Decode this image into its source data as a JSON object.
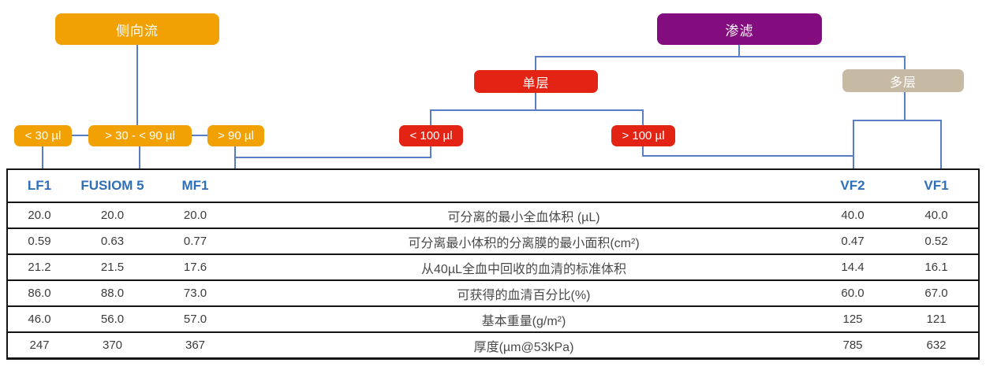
{
  "colors": {
    "orange": "#F2A104",
    "purple": "#830C7E",
    "red": "#E32313",
    "tan": "#C6BAA5",
    "connector_blue": "#5A7EC5",
    "header_text_blue": "#2E6FB7",
    "table_border": "#151515"
  },
  "flowchart": {
    "nodes": {
      "lateral_flow": "侧向流",
      "filtration": "渗滤",
      "single_layer": "单层",
      "multi_layer": "多层",
      "lt30": "< 30 µl",
      "v30_90": "> 30 - < 90 µl",
      "gt90": "> 90 µl",
      "lt100": "< 100 µl",
      "gt100": "> 100 µl"
    }
  },
  "table": {
    "headers": [
      "LF1",
      "FUSIOM 5",
      "MF1",
      "",
      "VF2",
      "VF1"
    ],
    "rows": [
      {
        "cells": [
          "20.0",
          "20.0",
          "20.0",
          "可分离的最小全血体积 (µL)",
          "40.0",
          "40.0"
        ]
      },
      {
        "cells": [
          "0.59",
          "0.63",
          "0.77",
          "可分离最小体积的分离膜的最小面积(cm²)",
          "0.47",
          "0.52"
        ]
      },
      {
        "cells": [
          "21.2",
          "21.5",
          "17.6",
          "从40µL全血中回收的血清的标准体积",
          "14.4",
          "16.1"
        ]
      },
      {
        "cells": [
          "86.0",
          "88.0",
          "73.0",
          "可获得的血清百分比(%)",
          "60.0",
          "67.0"
        ]
      },
      {
        "cells": [
          "46.0",
          "56.0",
          "57.0",
          "基本重量(g/m²)",
          "125",
          "121"
        ]
      },
      {
        "cells": [
          "247",
          "370",
          "367",
          "厚度(µm@53kPa)",
          "785",
          "632"
        ]
      }
    ]
  }
}
